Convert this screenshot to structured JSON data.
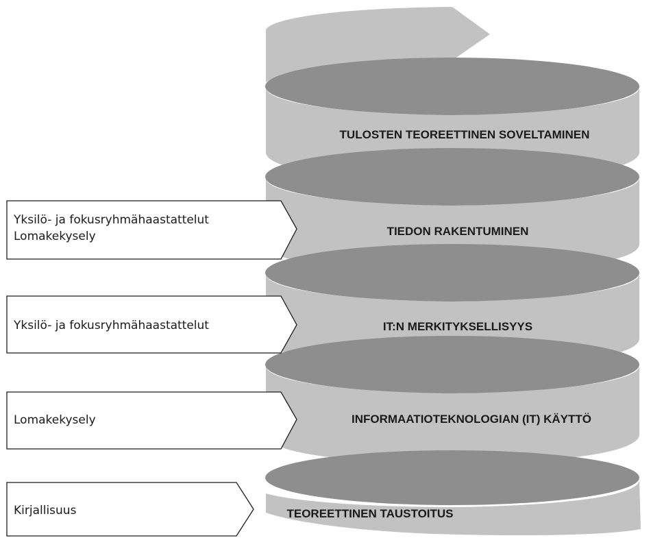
{
  "colors": {
    "band_light": "#c2c2c2",
    "band_dark": "#8e8e8e",
    "box_stroke": "#1a1a1a",
    "box_fill": "#ffffff"
  },
  "spiral": {
    "phases": [
      {
        "label": "TULOSTEN TEOREETTINEN SOVELTAMINEN"
      },
      {
        "label": "TIEDON RAKENTUMINEN"
      },
      {
        "label": "IT:N MERKITYKSELLISYYS"
      },
      {
        "label": "INFORMAATIOTEKNOLOGIAN (IT) KÄYTTÖ"
      },
      {
        "label": "TEOREETTINEN TAUSTOITUS"
      }
    ]
  },
  "methods": [
    {
      "lines": [
        "Yksilö- ja fokusryhmähaastattelut",
        "Lomakekysely"
      ]
    },
    {
      "lines": [
        "Yksilö- ja fokusryhmähaastattelut"
      ]
    },
    {
      "lines": [
        "Lomakekysely"
      ]
    },
    {
      "lines": [
        "Kirjallisuus"
      ]
    }
  ]
}
